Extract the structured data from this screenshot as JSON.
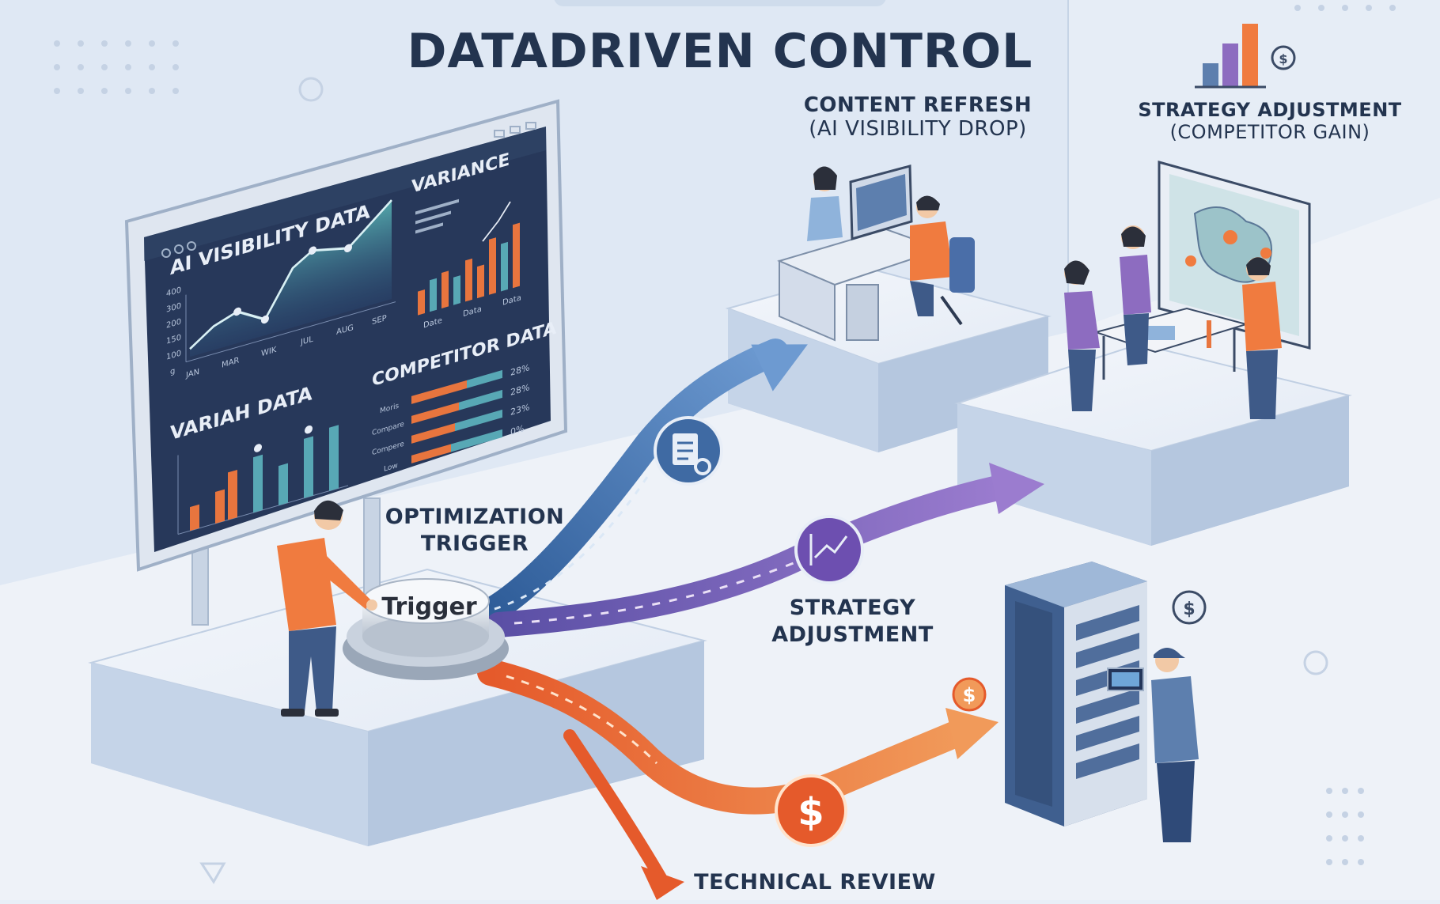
{
  "title": "DATADRIVEN CONTROL",
  "dashboard": {
    "panel_ai_visibility": "AI VISIBILITY DATA",
    "panel_variance": "VARIANCE",
    "panel_competitor": "COMPETITOR DATA",
    "panel_variah": "VARIAH DATA",
    "ai_y_ticks": [
      "g",
      "100",
      "150",
      "200",
      "300",
      "400"
    ],
    "ai_x_ticks": [
      "JAN",
      "MAR",
      "WIK",
      "JUL",
      "AUG",
      "SEP"
    ],
    "variance_legend": [
      "Date",
      "Data",
      "Data"
    ],
    "competitor_rows": [
      "Moris",
      "Compare",
      "Compere",
      "Low"
    ],
    "competitor_values": [
      "28%",
      "28%",
      "23%",
      "0%"
    ]
  },
  "labels": {
    "content_refresh": "CONTENT REFRESH",
    "content_refresh_sub": "(AI VISIBILITY DROP)",
    "strategy_top": "STRATEGY ADJUSTMENT",
    "strategy_top_sub": "(COMPETITOR GAIN)",
    "optimization_1": "OPTIMIZATION",
    "optimization_2": "TRIGGER",
    "strategy_mid_1": "STRATEGY",
    "strategy_mid_2": "ADJUSTMENT",
    "technical_review": "TECHNICAL REVIEW",
    "trigger_button": "Trigger"
  },
  "icons": [
    "document-search-icon",
    "growth-chart-icon",
    "dollar-icon",
    "dollar-coin-icon"
  ],
  "colors": {
    "blue_flow": "#4f7fb8",
    "purple_flow": "#7d5bb5",
    "orange_flow": "#ea6f3a",
    "navy_text": "#23344f",
    "screen_bg": "#27385a"
  }
}
